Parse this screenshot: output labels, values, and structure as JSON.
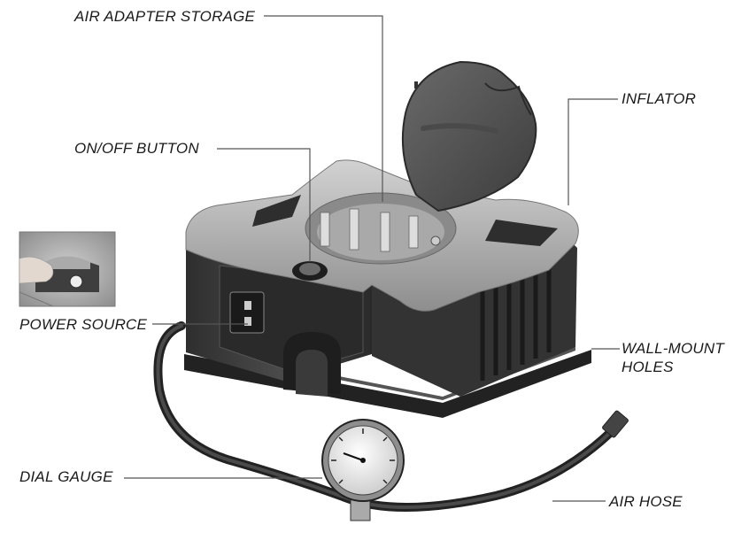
{
  "labels": {
    "air_adapter_storage": "AIR ADAPTER STORAGE",
    "on_off_button": "ON/OFF BUTTON",
    "inflator": "INFLATOR",
    "power_source": "POWER SOURCE",
    "wall_mount_holes_line1": "WALL-MOUNT",
    "wall_mount_holes_line2": "HOLES",
    "dial_gauge": "DIAL GAUGE",
    "air_hose": "AIR HOSE"
  },
  "colors": {
    "body_dark": "#3a3a3a",
    "body_mid": "#5a5a5a",
    "top_silver": "#b8b8b8",
    "leader_line": "#555555",
    "text": "#1a1a1a"
  },
  "icons": [
    "inflator-illustration",
    "inset-photo",
    "dial-gauge-icon",
    "air-hose-icon"
  ]
}
